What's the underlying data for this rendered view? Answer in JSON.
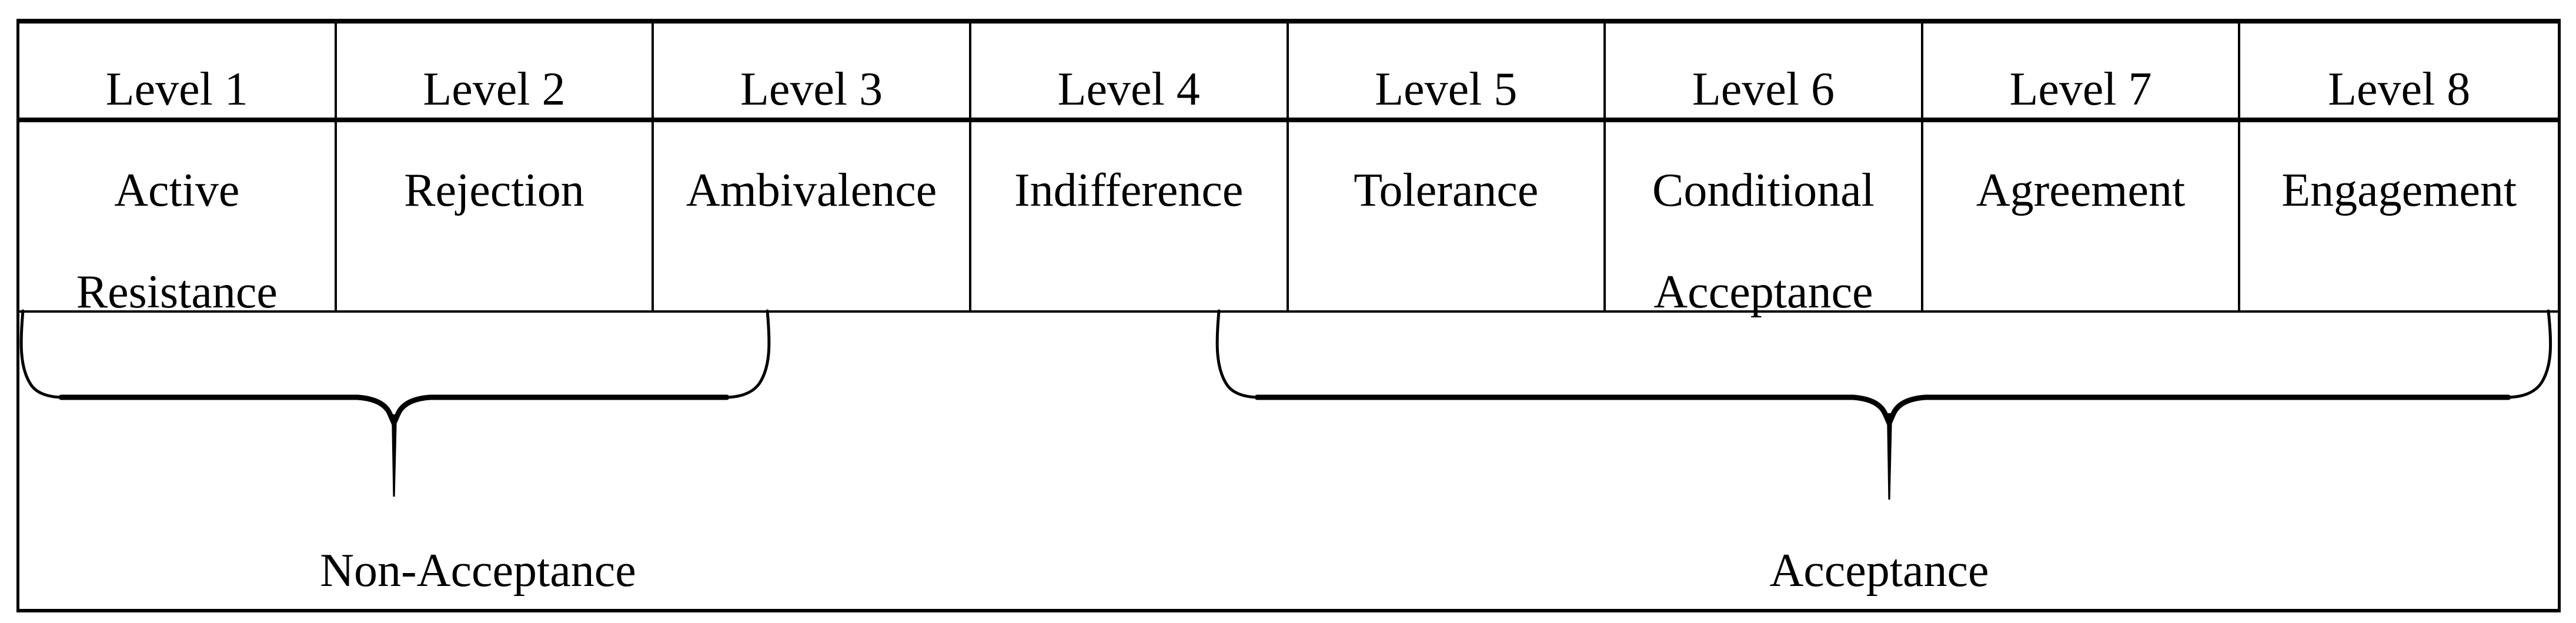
{
  "figure": {
    "description": "Eight-level acceptance scale table with brace groupings",
    "colors": {
      "ink": "#000000",
      "background": "#ffffff"
    }
  },
  "table": {
    "columns": [
      {
        "level": "Level 1",
        "label": "Active Resistance"
      },
      {
        "level": "Level 2",
        "label": "Rejection"
      },
      {
        "level": "Level 3",
        "label": "Ambivalence"
      },
      {
        "level": "Level 4",
        "label": "Indifference"
      },
      {
        "level": "Level 5",
        "label": "Tolerance"
      },
      {
        "level": "Level 6",
        "label": "Conditional Acceptance"
      },
      {
        "level": "Level 7",
        "label": "Agreement"
      },
      {
        "level": "Level 8",
        "label": "Engagement"
      }
    ]
  },
  "groups": {
    "non_acceptance": {
      "label": "Non-Acceptance"
    },
    "acceptance": {
      "label": "Acceptance"
    }
  }
}
